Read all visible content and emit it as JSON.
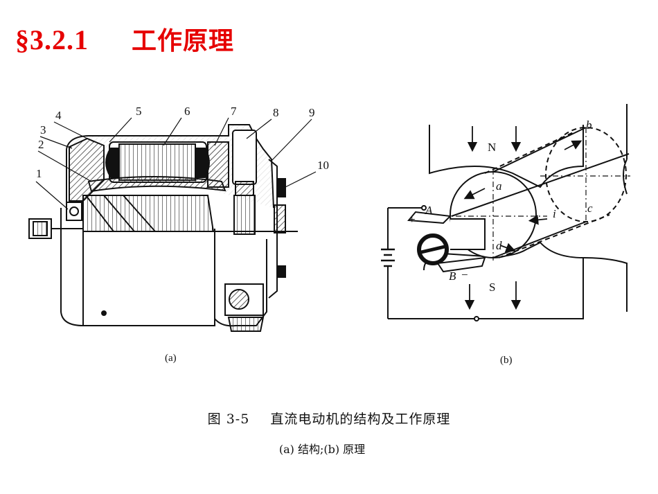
{
  "header": {
    "section_number": "§3.2.1",
    "section_title": "工作原理"
  },
  "figure_a": {
    "label": "(a)",
    "part_numbers": [
      "1",
      "2",
      "3",
      "4",
      "5",
      "6",
      "7",
      "8",
      "9",
      "10"
    ]
  },
  "figure_b": {
    "label": "(b)",
    "pole_north": "N",
    "pole_south": "S",
    "coil_labels": [
      "a",
      "b",
      "c",
      "d"
    ],
    "brush_a": "A",
    "brush_b": "B",
    "plus": "+",
    "minus": "−",
    "current": "i"
  },
  "caption": {
    "figure_number": "图 3-5",
    "text": "直流电动机的结构及工作原理",
    "subcaption": "(a) 结构;(b) 原理"
  }
}
